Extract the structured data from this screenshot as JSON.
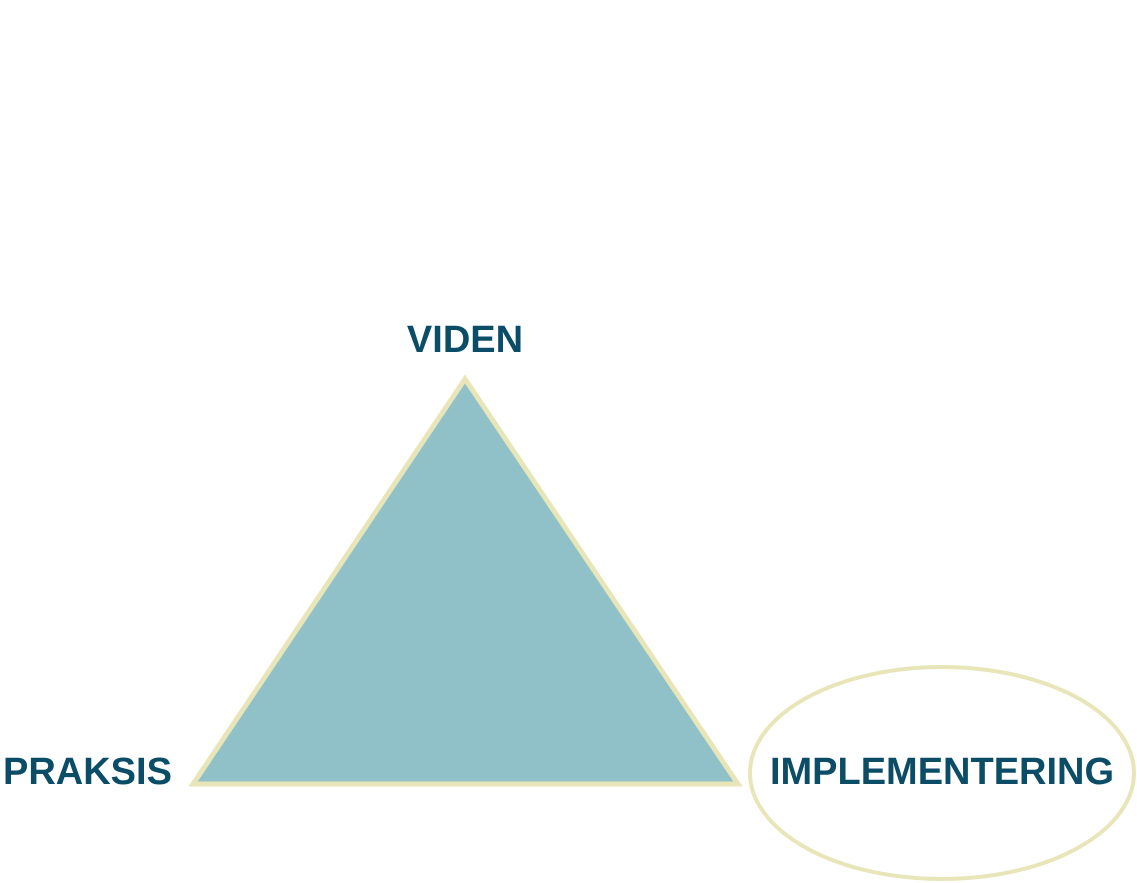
{
  "diagram": {
    "top_label": "VIDEN",
    "left_label": "PRAKSIS",
    "right_label": "IMPLEMENTERING"
  },
  "colors": {
    "triangle_fill": "#91c1c8",
    "outline": "#e8e6b8",
    "text": "#0b4d66",
    "background": "#ffffff"
  }
}
